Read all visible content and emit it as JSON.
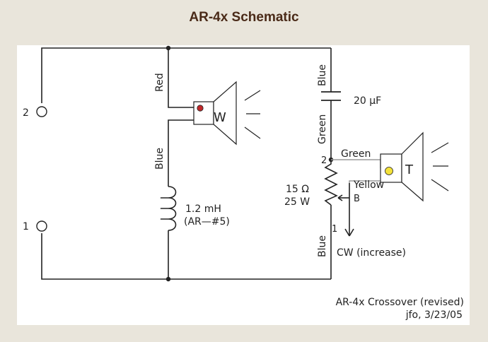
{
  "title": "AR-4x Schematic",
  "terminals": {
    "t2": "2",
    "t1": "1"
  },
  "woofer": {
    "letter": "W",
    "wire_top": "Red",
    "wire_bottom": "Blue",
    "dot_color": "#c0282a"
  },
  "inductor": {
    "value": "1.2 mH",
    "part": "(AR—#5)"
  },
  "capacitor": {
    "value": "20 μF",
    "wire_top": "Blue",
    "wire_bottom": "Green"
  },
  "tweeter": {
    "letter": "T",
    "wire_green": "Green",
    "wire_yellow": "Yellow",
    "dot_color": "#f4e23a"
  },
  "resistor": {
    "ohms": "15 Ω",
    "watts": "25 W",
    "pin_top": "2",
    "pin_bottom": "1",
    "wiper": "B",
    "wire_bottom": "Blue",
    "direction": "CW (increase)"
  },
  "footer": {
    "caption": "AR-4x Crossover (revised)",
    "credit": "jfo, 3/23/05"
  }
}
